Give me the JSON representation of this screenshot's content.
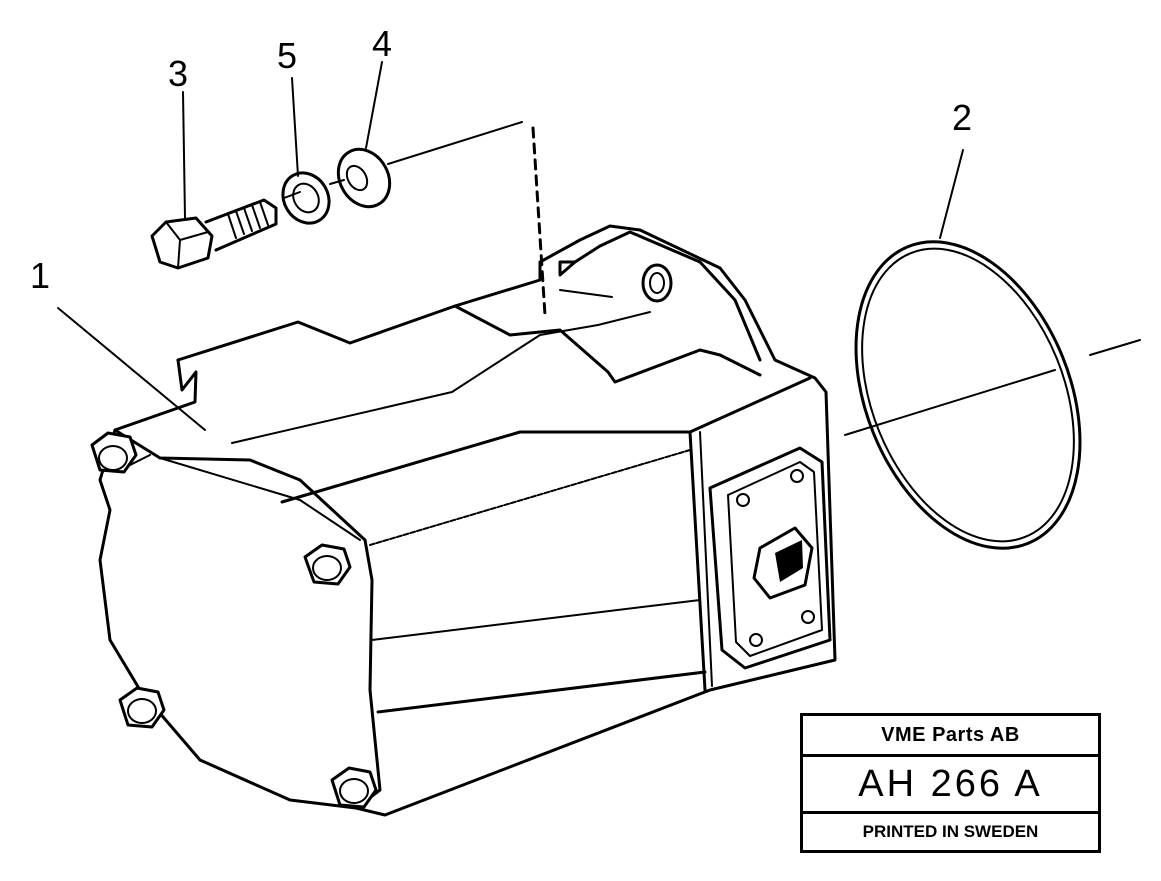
{
  "callouts": {
    "pump": "1",
    "o_ring": "2",
    "screw": "3",
    "washer": "4",
    "lock_washer": "5"
  },
  "title_block": {
    "company": "VME Parts AB",
    "code": "AH 266 A",
    "printed": "PRINTED IN SWEDEN"
  }
}
